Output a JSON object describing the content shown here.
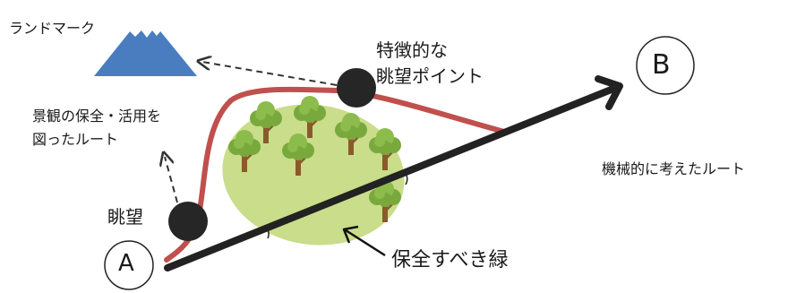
{
  "labels": {
    "landmark": "ランドマーク",
    "scenic_point": "特徴的な\n眺望ポイント",
    "route_preserve": "景観の保全・活用を\n図ったルート",
    "view": "眺望",
    "point_a": "A",
    "point_b": "B",
    "route_mechanical": "機械的に考えたルート",
    "green_preserve": "保全すべき緑"
  },
  "colors": {
    "mountain": "#4a7cc0",
    "snow": "#ffffff",
    "green_area": "#c9dd8a",
    "tree_canopy": "#79a93d",
    "tree_canopy_light": "#8cbc4c",
    "tree_trunk": "#8a5a2b",
    "scenic_route": "#c0504d",
    "mechanical_route": "#222222",
    "viewpoint_marker": "#262626",
    "dashed_arrow": "#333333"
  },
  "icons": [
    "mountain-icon",
    "tree-icon",
    "viewpoint-marker-icon"
  ]
}
